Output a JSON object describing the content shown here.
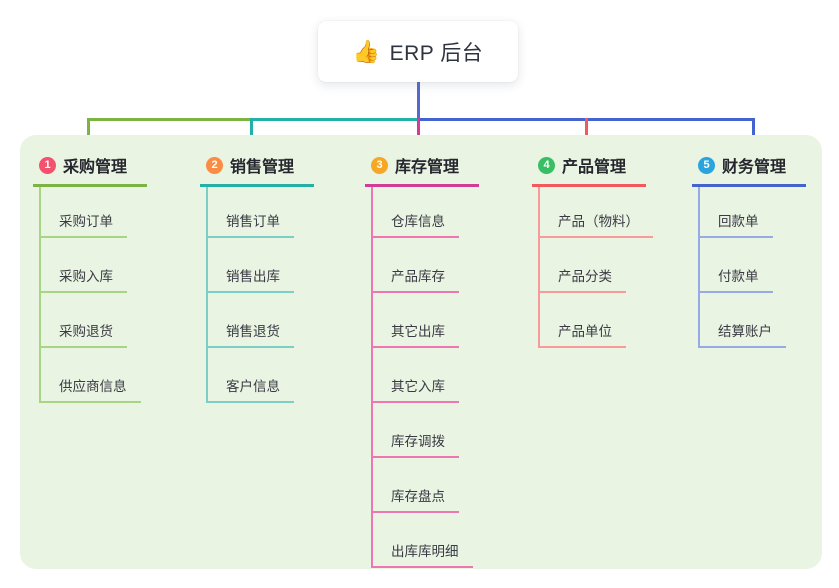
{
  "root": {
    "icon": "👍",
    "label": "ERP 后台"
  },
  "branches": [
    {
      "num": "1",
      "label": "采购管理",
      "accent": "#7CB342",
      "accent_light": "#A6D584",
      "badge_color": "#F4516F",
      "children": [
        "采购订单",
        "采购入库",
        "采购退货",
        "供应商信息"
      ]
    },
    {
      "num": "2",
      "label": "销售管理",
      "accent": "#23B1A6",
      "accent_light": "#7DCEC7",
      "badge_color": "#FB8C44",
      "children": [
        "销售订单",
        "销售出库",
        "销售退货",
        "客户信息"
      ]
    },
    {
      "num": "3",
      "label": "库存管理",
      "accent": "#D23C98",
      "accent_light": "#EE77B3",
      "badge_color": "#F6A723",
      "children": [
        "仓库信息",
        "产品库存",
        "其它出库",
        "其它入库",
        "库存调拨",
        "库存盘点",
        "出库库明细"
      ]
    },
    {
      "num": "4",
      "label": "产品管理",
      "accent": "#F2595C",
      "accent_light": "#F89A9C",
      "badge_color": "#38BE63",
      "children": [
        "产品（物料）",
        "产品分类",
        "产品单位"
      ]
    },
    {
      "num": "5",
      "label": "财务管理",
      "accent": "#4363CF",
      "accent_light": "#96ABE4",
      "badge_color": "#2BA4DD",
      "children": [
        "回款单",
        "付款单",
        "结算账户"
      ]
    }
  ],
  "colors": {
    "root_connector": "#5568D2",
    "panel_background": "#E9F4E2",
    "page_background": "#FFFFFF"
  }
}
